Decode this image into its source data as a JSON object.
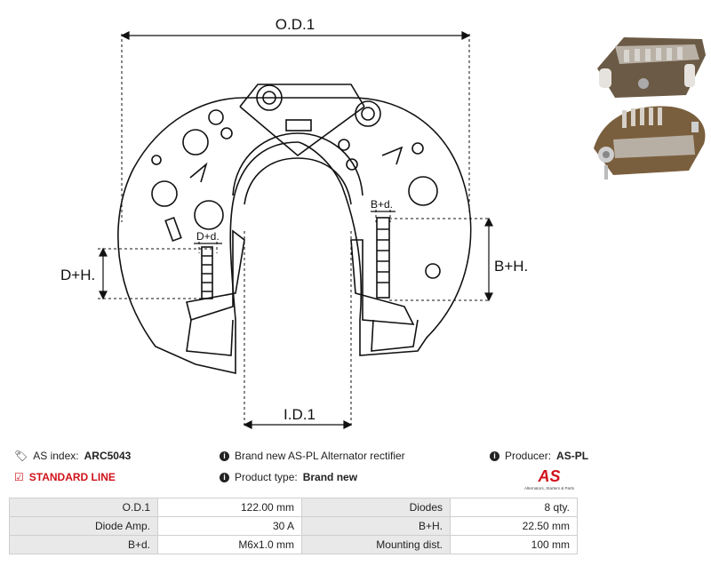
{
  "drawing": {
    "od_label": "O.D.1",
    "id_label": "I.D.1",
    "dh_label": "D+H.",
    "bh_label": "B+H.",
    "dd_label": "D+d.",
    "bd_label": "B+d."
  },
  "info": {
    "as_index_label": "AS index:",
    "as_index_value": "ARC5043",
    "line_label": "STANDARD LINE",
    "description": "Brand new AS-PL Alternator rectifier",
    "product_type_label": "Product type:",
    "product_type_value": "Brand new",
    "producer_label": "Producer:",
    "producer_value": "AS-PL",
    "logo_text": "AS",
    "logo_tagline": "Alternators, Starters & Parts"
  },
  "specs": [
    {
      "l1": "O.D.1",
      "v1": "122.00 mm",
      "l2": "Diodes",
      "v2": "8 qty."
    },
    {
      "l1": "Diode Amp.",
      "v1": "30 A",
      "l2": "B+H.",
      "v2": "22.50 mm"
    },
    {
      "l1": "B+d.",
      "v1": "M6x1.0 mm",
      "l2": "Mounting dist.",
      "v2": "100 mm"
    }
  ],
  "colors": {
    "accent": "#d0121b",
    "header_bg": "#e9e9e9",
    "border": "#cfcfcf"
  }
}
